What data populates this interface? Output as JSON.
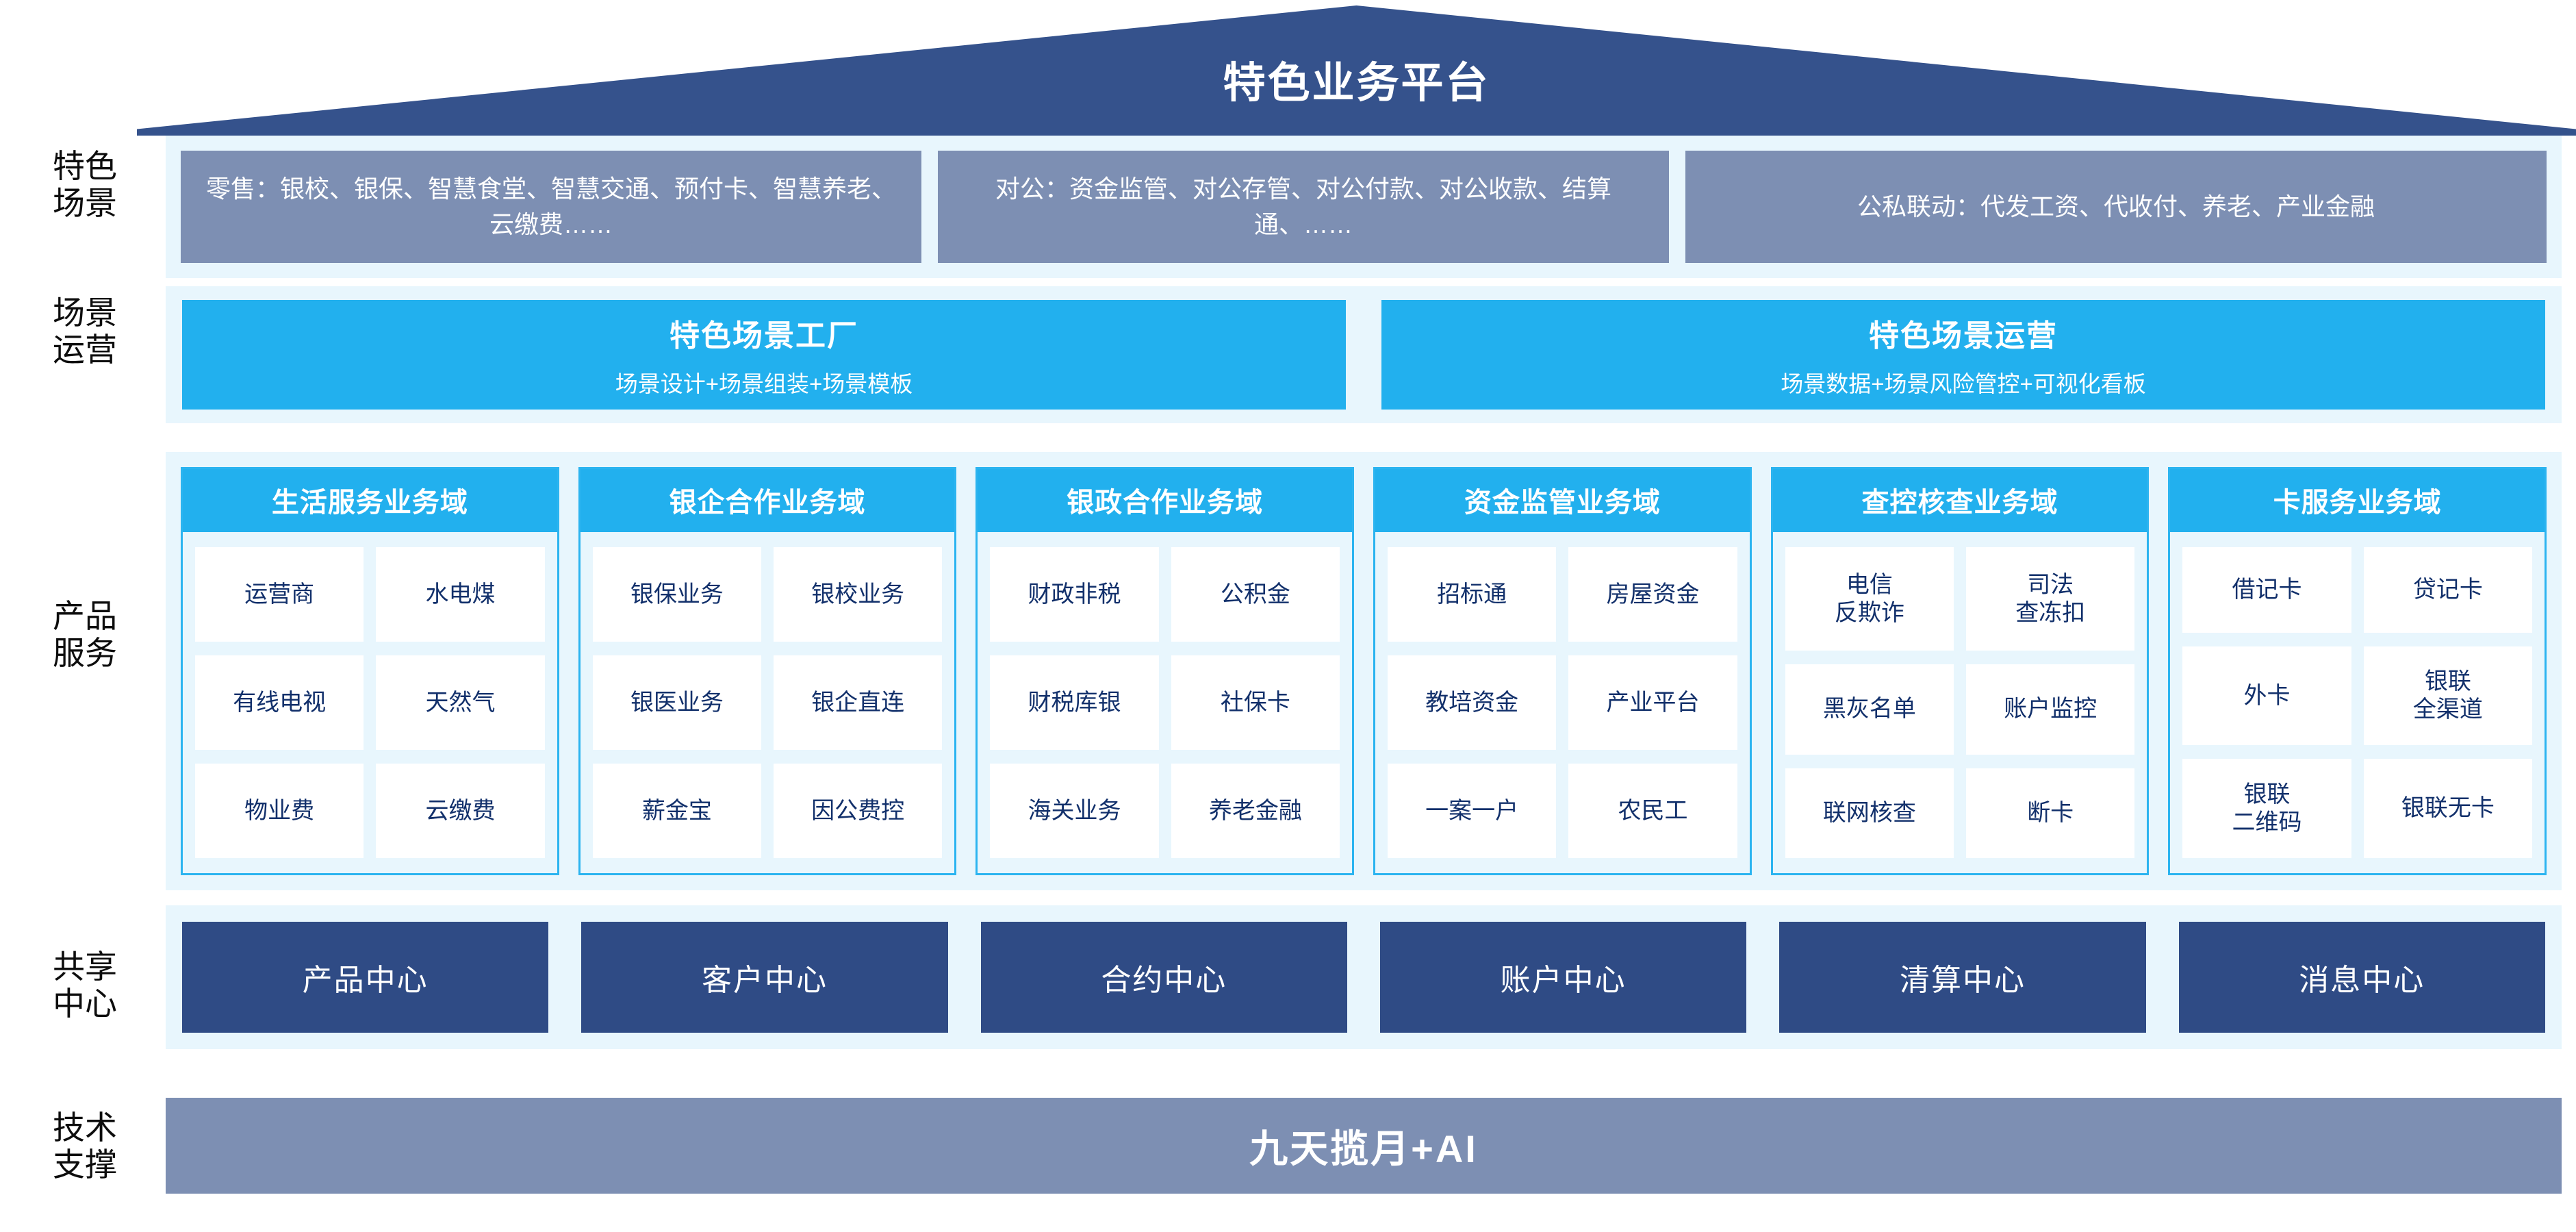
{
  "header": {
    "title": "特色业务平台"
  },
  "rail": {
    "labels": [
      "特色\n场景",
      "场景\n运营",
      "产品\n服务",
      "共享\n中心",
      "技术\n支撑"
    ],
    "l0_line1": "特色",
    "l0_line2": "场景",
    "l1_line1": "场景",
    "l1_line2": "运营",
    "l2_line1": "产品",
    "l2_line2": "服务",
    "l3_line1": "共享",
    "l3_line2": "中心",
    "l4_line1": "技术",
    "l4_line2": "支撑"
  },
  "scenarios": {
    "boxes": [
      {
        "text": "零售：银校、银保、智慧食堂、智慧交通、预付卡、智慧养老、云缴费……"
      },
      {
        "text": "对公：资金监管、对公存管、对公付款、对公收款、结算通、……"
      },
      {
        "text": "公私联动：代发工资、代收付、养老、产业金融"
      }
    ]
  },
  "operations": {
    "boxes": [
      {
        "title": "特色场景工厂",
        "subtitle": "场景设计+场景组装+场景模板"
      },
      {
        "title": "特色场景运营",
        "subtitle": "场景数据+场景风险管控+可视化看板"
      }
    ]
  },
  "domains": [
    {
      "title": "生活服务业务域",
      "items": [
        "运营商",
        "水电煤",
        "有线电视",
        "天然气",
        "物业费",
        "云缴费"
      ]
    },
    {
      "title": "银企合作业务域",
      "items": [
        "银保业务",
        "银校业务",
        "银医业务",
        "银企直连",
        "薪金宝",
        "因公费控"
      ]
    },
    {
      "title": "银政合作业务域",
      "items": [
        "财政非税",
        "公积金",
        "财税库银",
        "社保卡",
        "海关业务",
        "养老金融"
      ]
    },
    {
      "title": "资金监管业务域",
      "items": [
        "招标通",
        "房屋资金",
        "教培资金",
        "产业平台",
        "一案一户",
        "农民工"
      ]
    },
    {
      "title": "查控核查业务域",
      "items": [
        "电信\n反欺诈",
        "司法\n查冻扣",
        "黑灰名单",
        "账户监控",
        "联网核查",
        "断卡"
      ]
    },
    {
      "title": "卡服务业务域",
      "items": [
        "借记卡",
        "贷记卡",
        "外卡",
        "银联\n全渠道",
        "银联\n二维码",
        "银联无卡"
      ]
    }
  ],
  "shared_centers": {
    "boxes": [
      "产品中心",
      "客户中心",
      "合约中心",
      "账户中心",
      "清算中心",
      "消息中心"
    ]
  },
  "tech_support": {
    "label": "九天揽月+AI"
  },
  "colors": {
    "roof_navy": "#35528c",
    "scenario_slate": "#7d8fb3",
    "operation_cyan": "#22b0ee",
    "domain_cyan": "#22b0ee",
    "band_bg": "#e8f6fd",
    "center_navy": "#2f4b85",
    "tech_slate": "#7d8fb3",
    "cell_text": "#12306b"
  }
}
